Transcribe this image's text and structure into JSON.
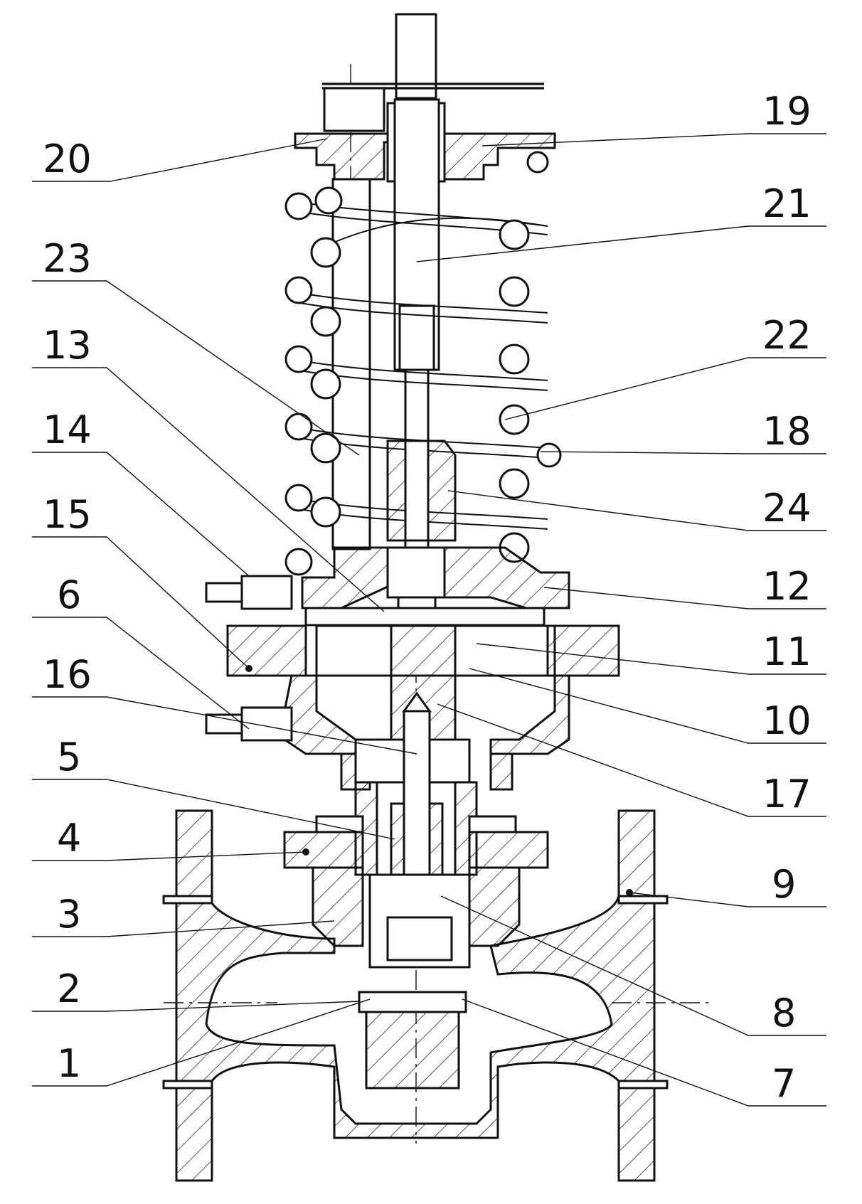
{
  "labels": {
    "left": [
      "20",
      "23",
      "13",
      "14",
      "15",
      "6",
      "16",
      "5",
      "4",
      "3",
      "2",
      "1"
    ],
    "right": [
      "19",
      "21",
      "22",
      "18",
      "24",
      "12",
      "11",
      "10",
      "17",
      "9",
      "8",
      "7"
    ]
  },
  "colors": {
    "ink": "#111111",
    "background": "#ffffff"
  }
}
